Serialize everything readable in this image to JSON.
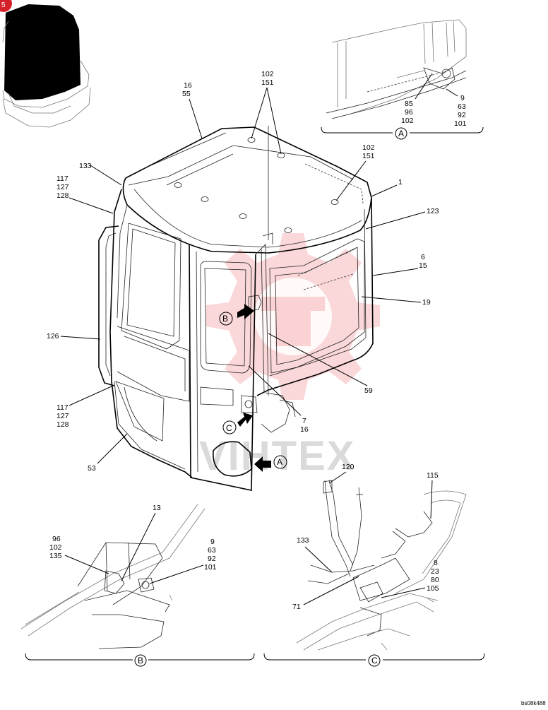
{
  "watermark": "VIHTEX",
  "figure_ref": "bs08k488",
  "thumbnail_badge": "5",
  "view_labels": {
    "A": "A",
    "B": "B",
    "C": "C"
  },
  "callouts": {
    "c16_55": [
      "16",
      "55"
    ],
    "c102_151_top": [
      "102",
      "151"
    ],
    "c102_151_right": [
      "102",
      "151"
    ],
    "c133_top": [
      "133"
    ],
    "c117_top": [
      "117",
      "127",
      "128"
    ],
    "c1": [
      "1"
    ],
    "c123": [
      "123"
    ],
    "c6_15": [
      "6",
      "15"
    ],
    "c19": [
      "19"
    ],
    "c126": [
      "126"
    ],
    "c59": [
      "59"
    ],
    "c117_bottom": [
      "117",
      "127",
      "128"
    ],
    "c7_16": [
      "7",
      "16"
    ],
    "c53": [
      "53"
    ],
    "a_85": [
      "85",
      "96",
      "102"
    ],
    "a_9": [
      "9",
      "63",
      "92",
      "101"
    ],
    "b_13": [
      "13"
    ],
    "b_96": [
      "96",
      "102",
      "135"
    ],
    "b_9": [
      "9",
      "63",
      "92",
      "101"
    ],
    "c_120": [
      "120"
    ],
    "c_115": [
      "115"
    ],
    "c_133": [
      "133"
    ],
    "c_8": [
      "8",
      "23",
      "80",
      "105"
    ],
    "c_71": [
      "71"
    ]
  },
  "colors": {
    "line": "#000000",
    "watermark_red": "#e8494f",
    "badge": "#d6212b"
  }
}
